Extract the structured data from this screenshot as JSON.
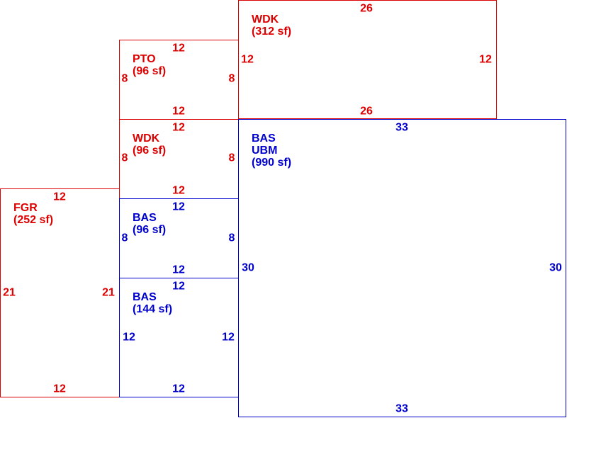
{
  "colors": {
    "red": "#dd0000",
    "blue": "#0000cc"
  },
  "rooms": {
    "wdk_top": {
      "name": "WDK",
      "area": "(312 sf)",
      "top": "26",
      "bottom": "26",
      "left": "12",
      "right": "12"
    },
    "pto": {
      "name": "PTO",
      "area": "(96 sf)",
      "top": "12",
      "bottom": "12",
      "left": "8",
      "right": "8"
    },
    "wdk_mid": {
      "name": "WDK",
      "area": "(96 sf)",
      "top": "12",
      "bottom": "12",
      "left": "8",
      "right": "8"
    },
    "bas_small": {
      "name": "BAS",
      "area": "(96 sf)",
      "top": "12",
      "bottom": "12",
      "left": "8",
      "right": "8"
    },
    "bas_144": {
      "name": "BAS",
      "area": "(144 sf)",
      "top": "12",
      "bottom": "12",
      "left": "12",
      "right": "12"
    },
    "fgr": {
      "name": "FGR",
      "area": "(252 sf)",
      "top": "12",
      "bottom": "12",
      "left": "21",
      "right": "21"
    },
    "bas_main": {
      "name": "BAS",
      "subname": "UBM",
      "area": "(990 sf)",
      "top": "33",
      "bottom": "33",
      "left": "30",
      "right": "30"
    }
  }
}
